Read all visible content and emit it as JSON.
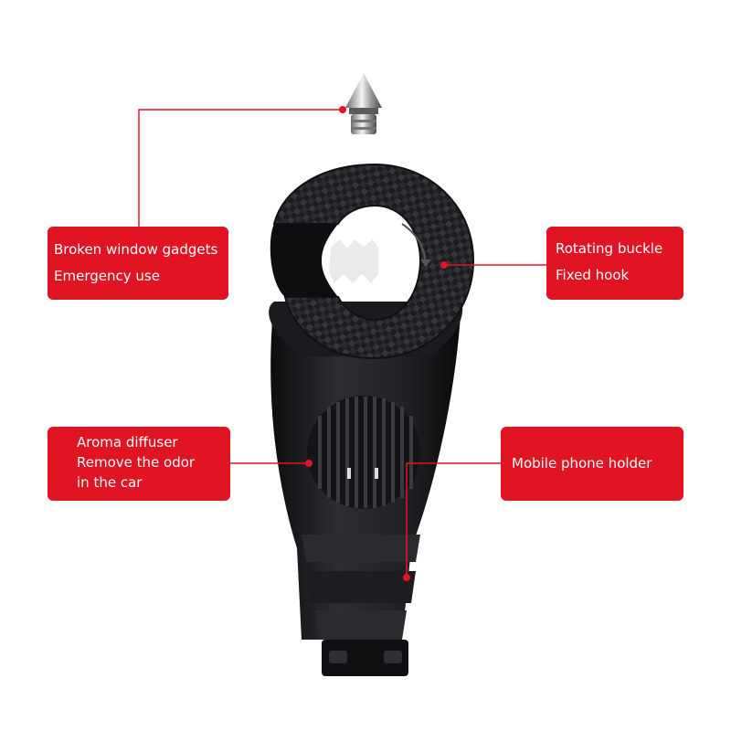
{
  "callouts": {
    "broken_window": {
      "line1": "Broken window gadgets",
      "line2": "Emergency use"
    },
    "rotating_buckle": {
      "line1": "Rotating buckle",
      "line2": "Fixed hook"
    },
    "aroma": {
      "line1": "Aroma diffuser",
      "line2": "Remove the odor",
      "line3": "in the car"
    },
    "phone_holder": {
      "line1": "Mobile phone holder"
    }
  },
  "colors": {
    "accent_red": "#e01422",
    "product_dark": "#1e1f22",
    "connector_line": "#e01422"
  }
}
